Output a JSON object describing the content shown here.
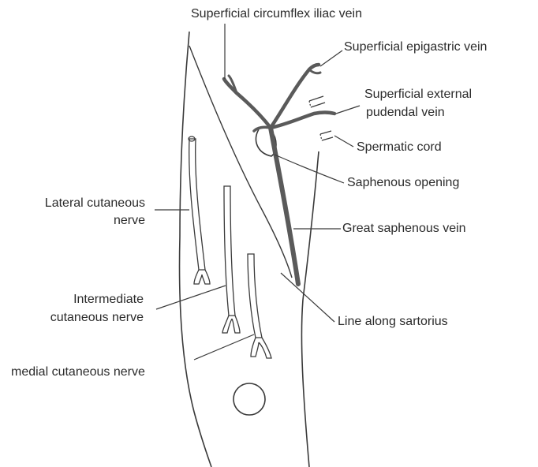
{
  "labels": {
    "superficial_circumflex_iliac_vein": "Superficial circumflex iliac vein",
    "superficial_epigastric_vein": "Superficial epigastric vein",
    "superficial_external_pudendal_vein_line1": "Superficial external",
    "superficial_external_pudendal_vein_line2": "pudendal vein",
    "spermatic_cord": "Spermatic cord",
    "saphenous_opening": "Saphenous opening",
    "great_saphenous_vein": "Great saphenous vein",
    "line_along_sartorius": "Line along sartorius",
    "lateral_cutaneous_nerve_line1": "Lateral cutaneous",
    "lateral_cutaneous_nerve_line2": "nerve",
    "intermediate_cutaneous_nerve_line1": "Intermediate",
    "intermediate_cutaneous_nerve_line2": "cutaneous nerve",
    "medial_cutaneous_nerve": "medial cutaneous nerve"
  },
  "colors": {
    "outline": "#3a3a3a",
    "vein": "#5a5a5a",
    "nerve_fill": "#ffffff",
    "text": "#2b2b2b"
  }
}
